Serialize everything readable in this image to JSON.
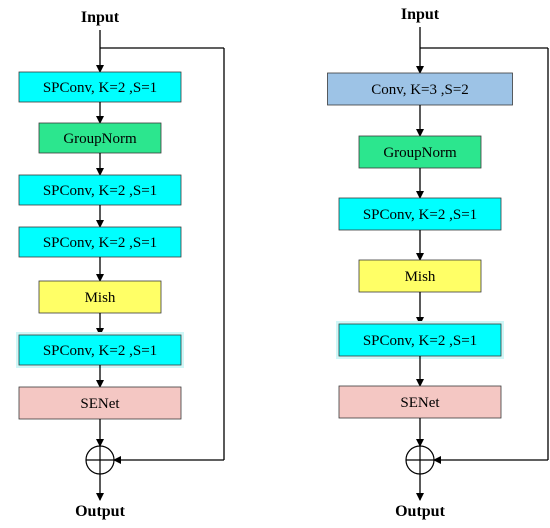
{
  "colors": {
    "spconv": "#00FFFF",
    "conv": "#9DC3E6",
    "groupnorm": "#2CE68E",
    "mish": "#FFFF66",
    "senet": "#F4C7C3",
    "line": "#000000"
  },
  "left_branch": {
    "input_label": "Input",
    "output_label": "Output",
    "blocks": [
      {
        "label": "SPConv, K=2 ,S=1",
        "kind": "spconv"
      },
      {
        "label": "GroupNorm",
        "kind": "groupnorm"
      },
      {
        "label": "SPConv, K=2 ,S=1",
        "kind": "spconv"
      },
      {
        "label": "SPConv, K=2 ,S=1",
        "kind": "spconv"
      },
      {
        "label": "Mish",
        "kind": "mish"
      },
      {
        "label": "SPConv, K=2 ,S=1",
        "kind": "spconv"
      },
      {
        "label": "SENet",
        "kind": "senet"
      }
    ],
    "sum_icon": "circled-plus-icon"
  },
  "right_branch": {
    "input_label": "Input",
    "output_label": "Output",
    "blocks": [
      {
        "label": "Conv, K=3 ,S=2",
        "kind": "conv"
      },
      {
        "label": "GroupNorm",
        "kind": "groupnorm"
      },
      {
        "label": "SPConv, K=2 ,S=1",
        "kind": "spconv"
      },
      {
        "label": "Mish",
        "kind": "mish"
      },
      {
        "label": "SPConv, K=2 ,S=1",
        "kind": "spconv"
      },
      {
        "label": "SENet",
        "kind": "senet"
      }
    ],
    "sum_icon": "circled-plus-icon"
  }
}
